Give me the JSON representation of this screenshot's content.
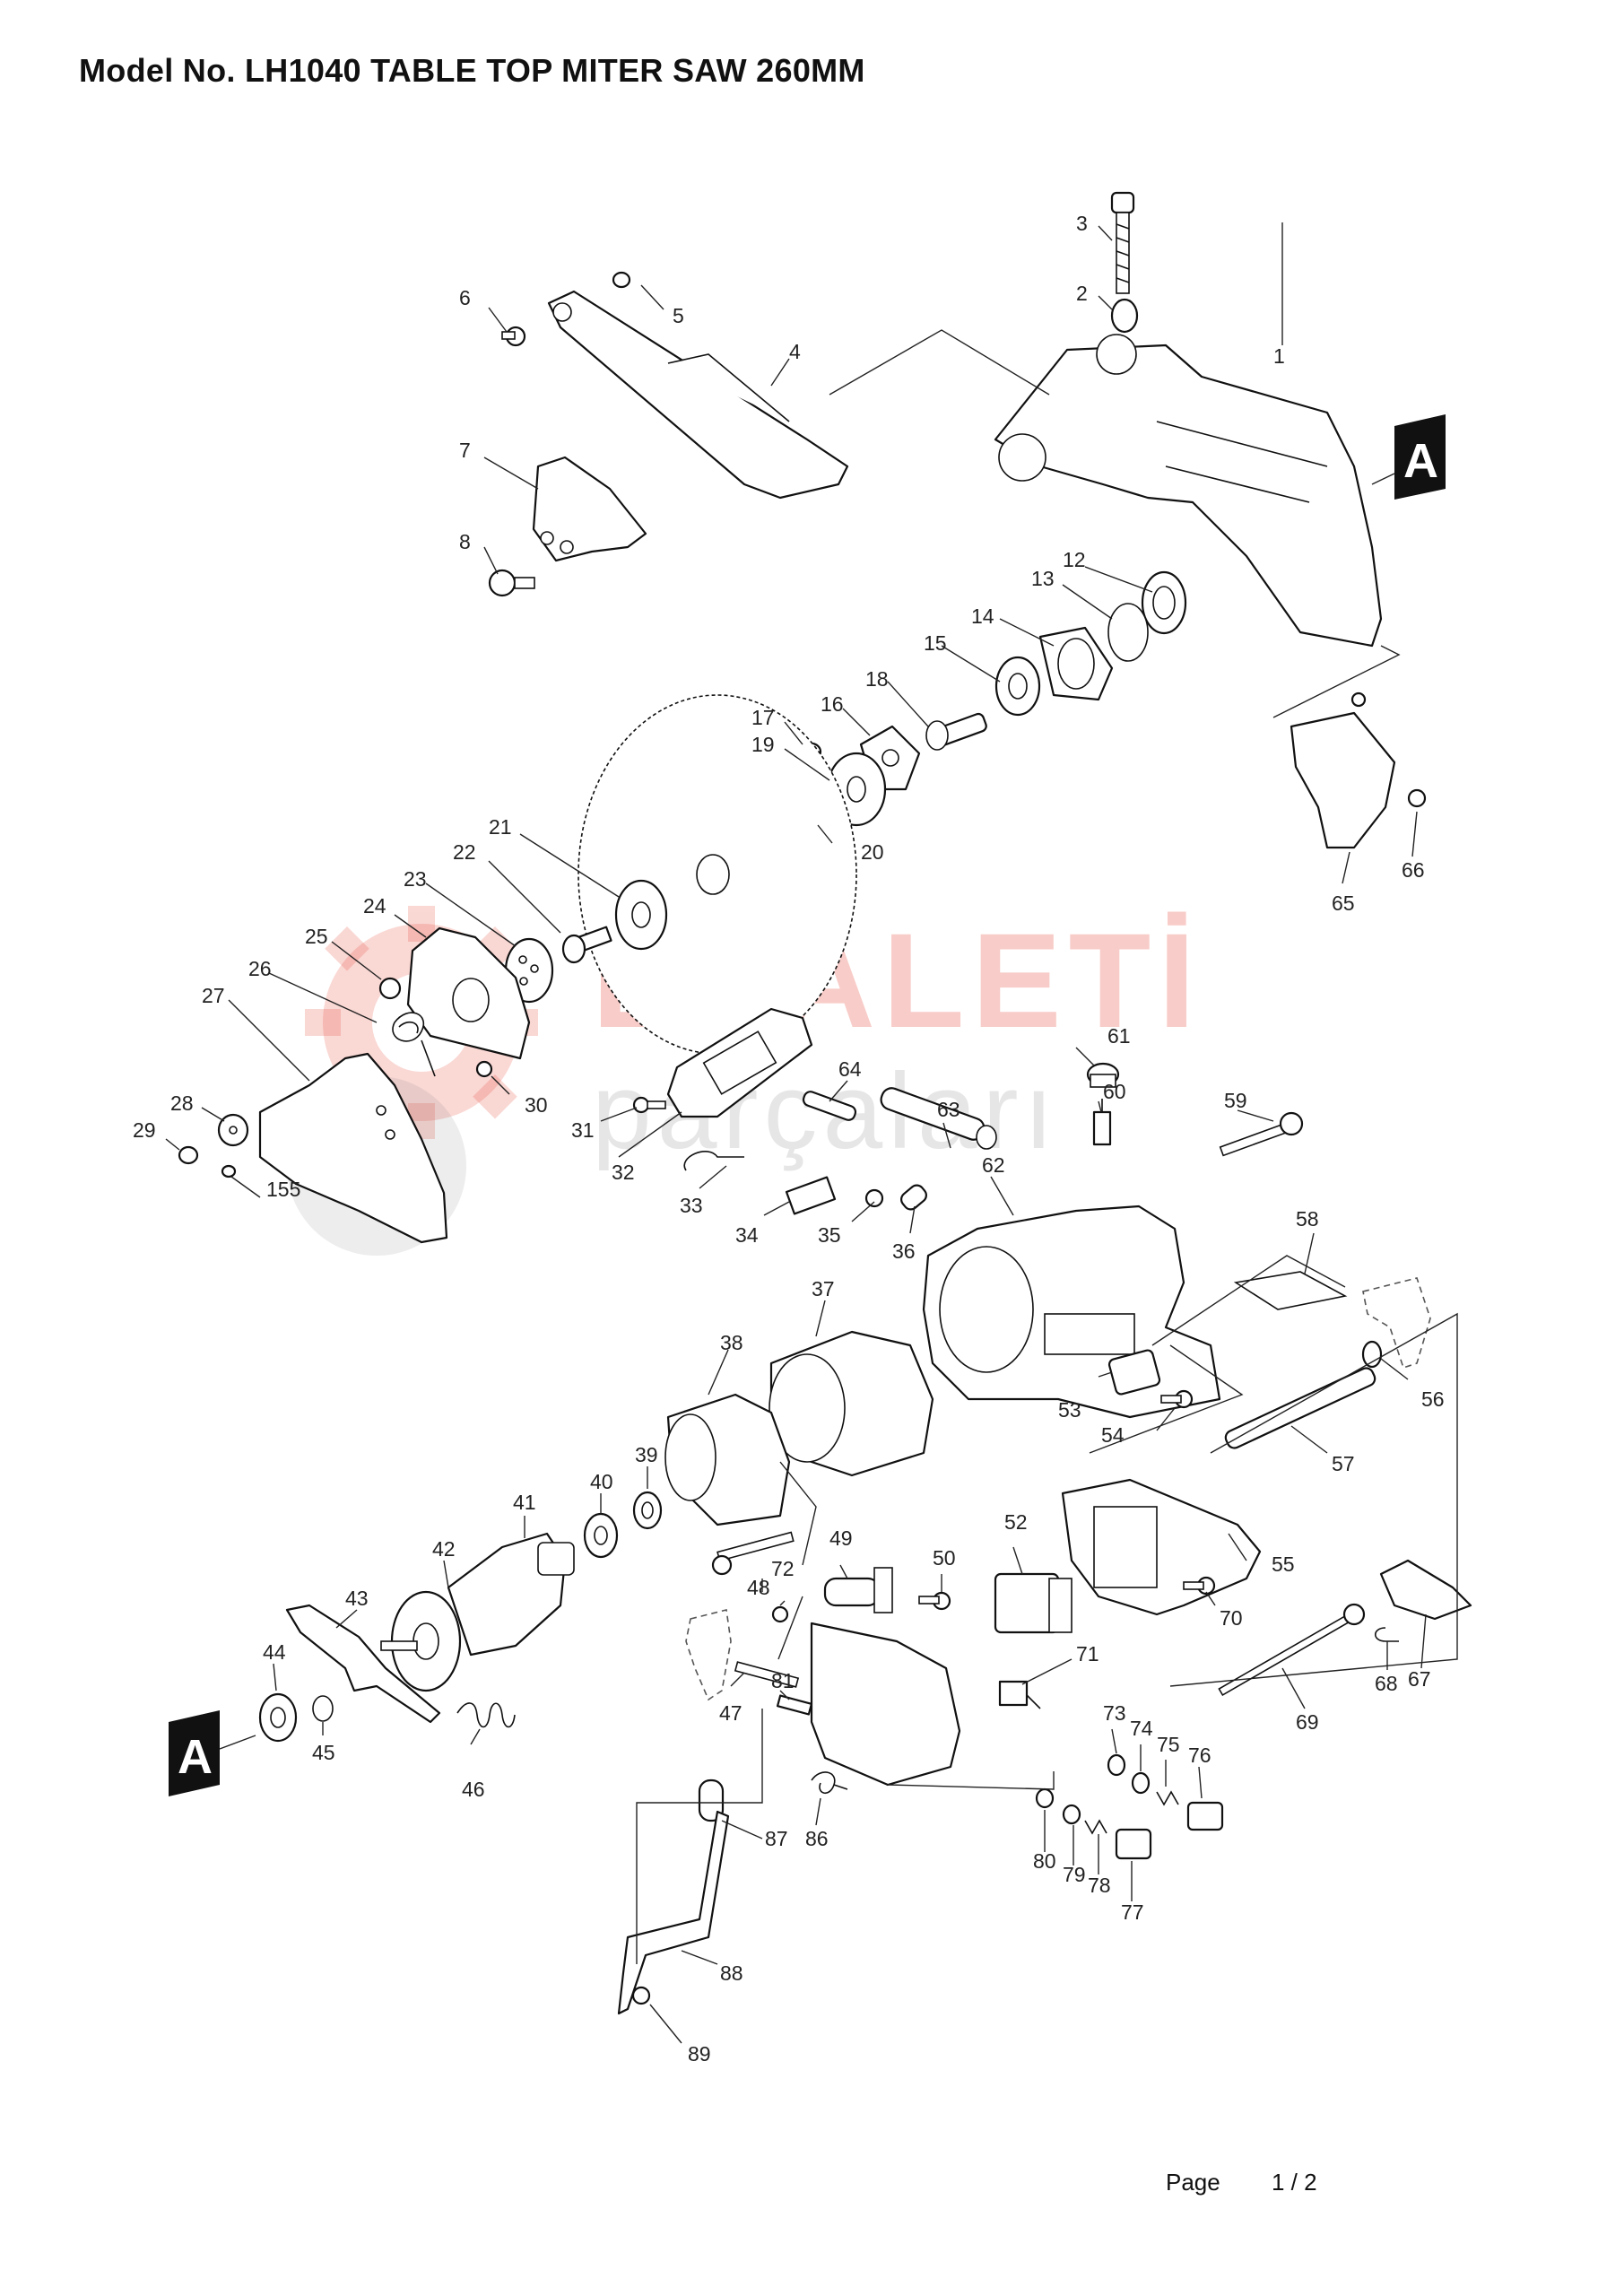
{
  "header": {
    "title": "Model No. LH1040  TABLE TOP MITER SAW 260MM"
  },
  "watermark": {
    "text1": "ELALETİ",
    "text2": "parçaları",
    "color": "#e74c3c"
  },
  "section_markers": [
    "A",
    "A"
  ],
  "parts": [
    {
      "id": "1",
      "label": "1"
    },
    {
      "id": "2",
      "label": "2"
    },
    {
      "id": "3",
      "label": "3"
    },
    {
      "id": "4",
      "label": "4"
    },
    {
      "id": "5",
      "label": "5"
    },
    {
      "id": "6",
      "label": "6"
    },
    {
      "id": "7",
      "label": "7"
    },
    {
      "id": "8",
      "label": "8"
    },
    {
      "id": "12",
      "label": "12"
    },
    {
      "id": "13",
      "label": "13"
    },
    {
      "id": "14",
      "label": "14"
    },
    {
      "id": "15",
      "label": "15"
    },
    {
      "id": "16",
      "label": "16"
    },
    {
      "id": "17",
      "label": "17"
    },
    {
      "id": "18",
      "label": "18"
    },
    {
      "id": "19",
      "label": "19"
    },
    {
      "id": "20",
      "label": "20"
    },
    {
      "id": "21",
      "label": "21"
    },
    {
      "id": "22",
      "label": "22"
    },
    {
      "id": "23",
      "label": "23"
    },
    {
      "id": "24",
      "label": "24"
    },
    {
      "id": "25",
      "label": "25"
    },
    {
      "id": "26",
      "label": "26"
    },
    {
      "id": "27",
      "label": "27"
    },
    {
      "id": "28",
      "label": "28"
    },
    {
      "id": "29",
      "label": "29"
    },
    {
      "id": "30",
      "label": "30"
    },
    {
      "id": "31",
      "label": "31"
    },
    {
      "id": "32",
      "label": "32"
    },
    {
      "id": "33",
      "label": "33"
    },
    {
      "id": "34",
      "label": "34"
    },
    {
      "id": "35",
      "label": "35"
    },
    {
      "id": "36",
      "label": "36"
    },
    {
      "id": "37",
      "label": "37"
    },
    {
      "id": "38",
      "label": "38"
    },
    {
      "id": "39",
      "label": "39"
    },
    {
      "id": "40",
      "label": "40"
    },
    {
      "id": "41",
      "label": "41"
    },
    {
      "id": "42",
      "label": "42"
    },
    {
      "id": "43",
      "label": "43"
    },
    {
      "id": "44",
      "label": "44"
    },
    {
      "id": "45",
      "label": "45"
    },
    {
      "id": "46",
      "label": "46"
    },
    {
      "id": "47",
      "label": "47"
    },
    {
      "id": "48",
      "label": "48"
    },
    {
      "id": "49",
      "label": "49"
    },
    {
      "id": "50",
      "label": "50"
    },
    {
      "id": "52",
      "label": "52"
    },
    {
      "id": "53",
      "label": "53"
    },
    {
      "id": "54",
      "label": "54"
    },
    {
      "id": "55",
      "label": "55"
    },
    {
      "id": "56",
      "label": "56"
    },
    {
      "id": "57",
      "label": "57"
    },
    {
      "id": "58",
      "label": "58"
    },
    {
      "id": "59",
      "label": "59"
    },
    {
      "id": "60",
      "label": "60"
    },
    {
      "id": "61",
      "label": "61"
    },
    {
      "id": "62",
      "label": "62"
    },
    {
      "id": "63",
      "label": "63"
    },
    {
      "id": "64",
      "label": "64"
    },
    {
      "id": "65",
      "label": "65"
    },
    {
      "id": "66",
      "label": "66"
    },
    {
      "id": "67",
      "label": "67"
    },
    {
      "id": "68",
      "label": "68"
    },
    {
      "id": "69",
      "label": "69"
    },
    {
      "id": "70",
      "label": "70"
    },
    {
      "id": "71",
      "label": "71"
    },
    {
      "id": "72",
      "label": "72"
    },
    {
      "id": "73",
      "label": "73"
    },
    {
      "id": "74",
      "label": "74"
    },
    {
      "id": "75",
      "label": "75"
    },
    {
      "id": "76",
      "label": "76"
    },
    {
      "id": "77",
      "label": "77"
    },
    {
      "id": "78",
      "label": "78"
    },
    {
      "id": "79",
      "label": "79"
    },
    {
      "id": "80",
      "label": "80"
    },
    {
      "id": "81",
      "label": "81"
    },
    {
      "id": "86",
      "label": "86"
    },
    {
      "id": "87",
      "label": "87"
    },
    {
      "id": "88",
      "label": "88"
    },
    {
      "id": "89",
      "label": "89"
    },
    {
      "id": "155",
      "label": "155"
    }
  ],
  "footer": {
    "page_label": "Page",
    "page_number": "1 / 2"
  }
}
